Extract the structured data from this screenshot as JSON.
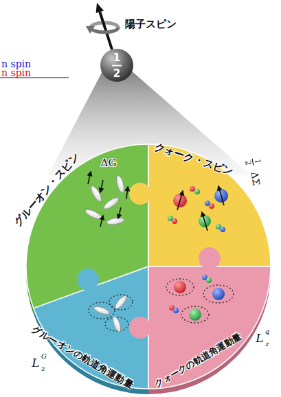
{
  "diagram": {
    "nodes": [
      {
        "text": [
          "1",
          "2"
        ]
      },
      {
        "text": [
          "グルーオン・スピン",
          "ΔG"
        ]
      },
      {
        "text": [
          "クォーク・スピン",
          "1",
          "2",
          "ΔΣ"
        ]
      },
      {
        "text": [
          "グルーオンの軌道角運動量",
          "L",
          "z",
          "G"
        ]
      },
      {
        "text": [
          "クォークの軌道角運動量",
          "L",
          "z",
          "q"
        ]
      }
    ],
    "labels": [
      "n spin",
      "n spin",
      "陽子スピン"
    ]
  }
}
